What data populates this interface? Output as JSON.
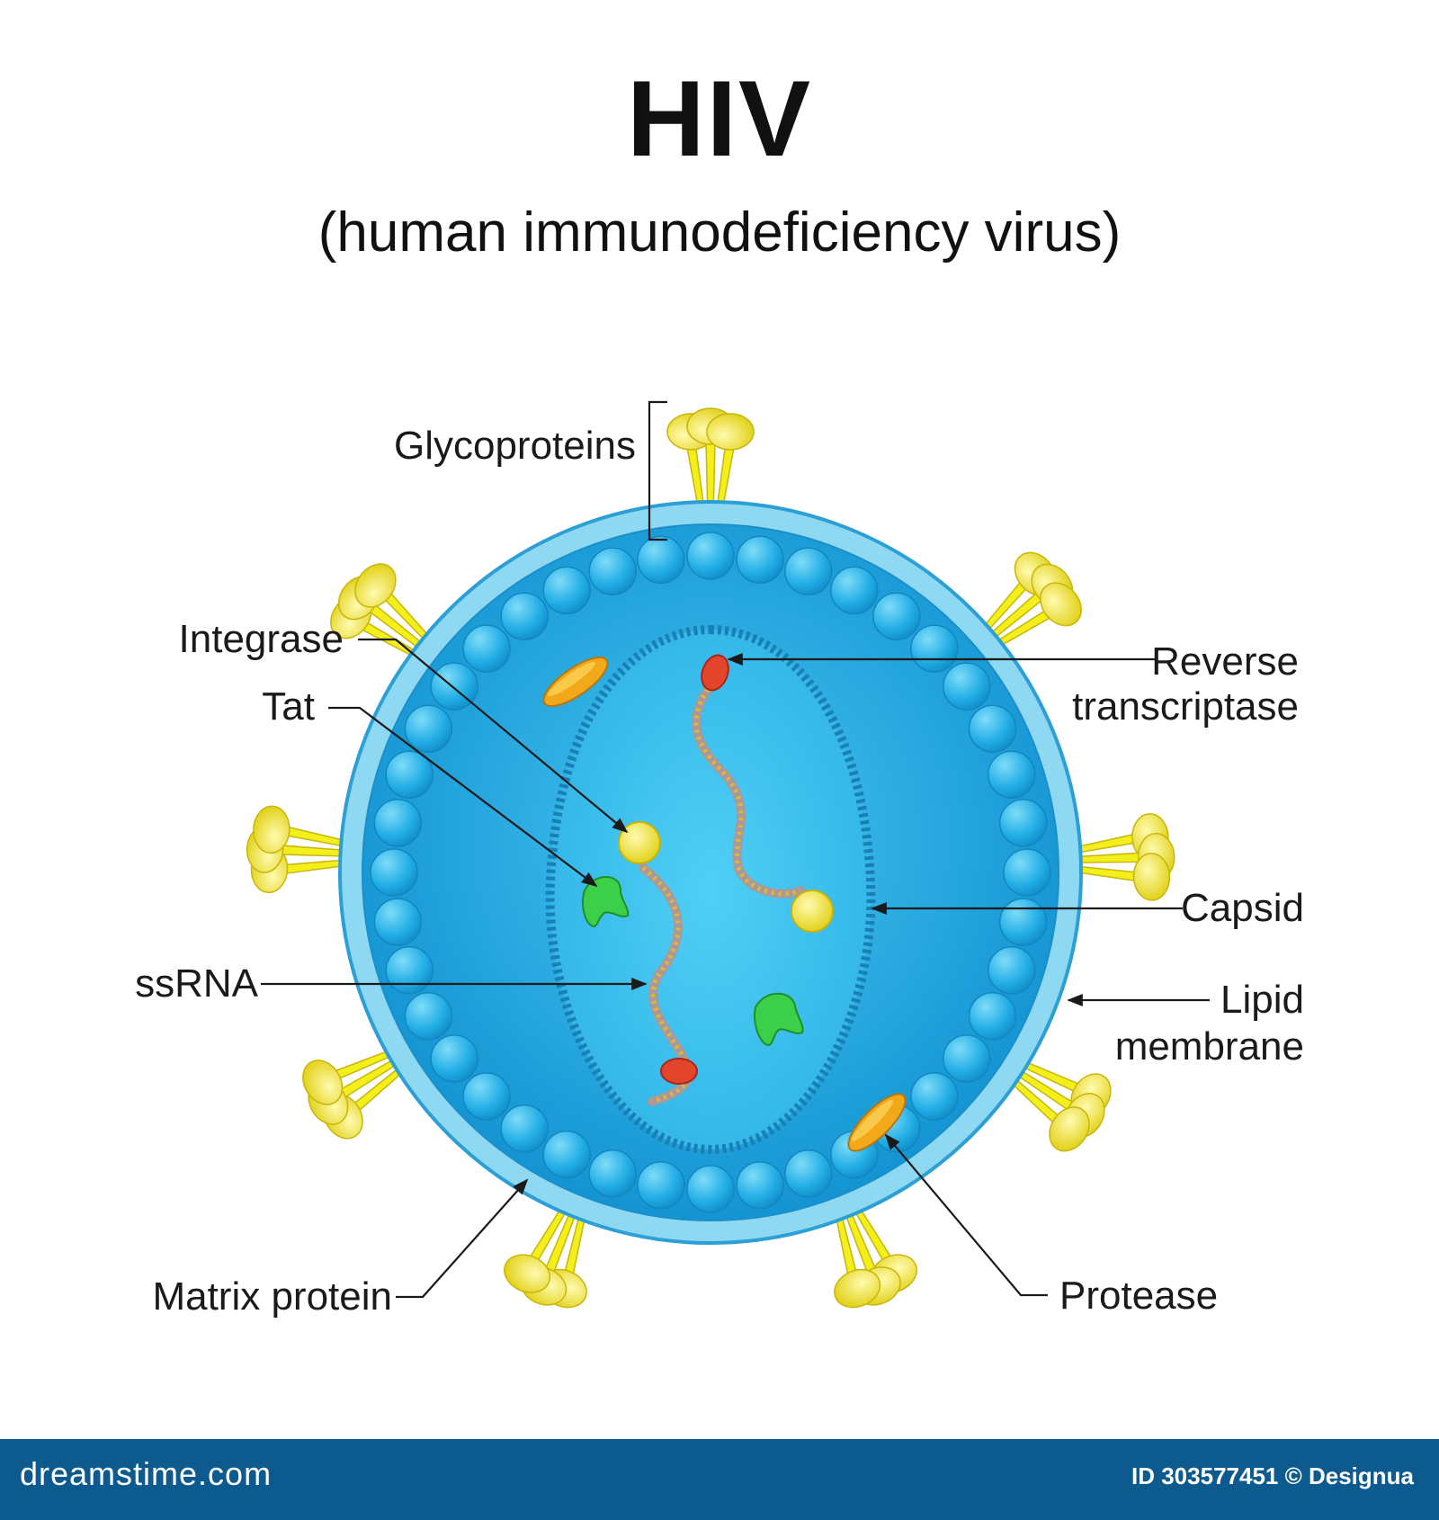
{
  "title": "HIV",
  "subtitle": "(human immunodeficiency virus)",
  "labels": {
    "glycoproteins": "Glycoproteins",
    "integrase": "Integrase",
    "tat": "Tat",
    "ssrna": "ssRNA",
    "matrix_protein": "Matrix protein",
    "reverse_transcriptase_line1": "Reverse",
    "reverse_transcriptase_line2": "transcriptase",
    "capsid": "Capsid",
    "lipid_membrane_line1": "Lipid",
    "lipid_membrane_line2": "membrane",
    "protease": "Protease"
  },
  "footer": {
    "brand": "dreamstime.com",
    "credit": "ID 303577451 © Designua"
  },
  "colors": {
    "membrane": "#8fd8f2",
    "interior": "#1fa6de",
    "matrix_ball": "#29b4ea",
    "capsid": "#3dc0ee",
    "glycoprotein": "#f3ef1a",
    "footer": "#0d5a8f"
  }
}
